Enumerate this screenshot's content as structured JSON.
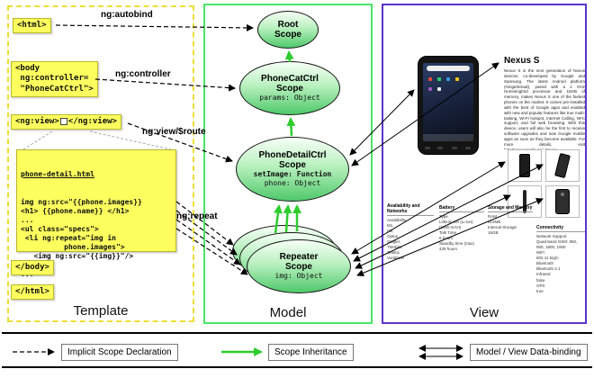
{
  "panels": {
    "template": "Template",
    "model": "Model",
    "view": "View"
  },
  "labels": {
    "autobind": "ng:autobind",
    "controller": "ng:controller",
    "view_route": "ng:view/$route",
    "repeat": "ng:repeat"
  },
  "code": {
    "html_open": "<html>",
    "body_open": "<body\n ng:controller=\n \"PhoneCatCtrl\">",
    "ngview_open": "<ng:view>",
    "ngview_close": "</ng:view>",
    "detail_title": "phone-detail.html",
    "detail_lines": "img ng:src=\"{{phone.images}}\n<h1> {{phone.name}} </h1>\n...\n<ul class=\"specs\">\n <li ng:repeat=\"img in\n          phone.images\">\n   <img ng:src=\"{{img}}\"/>\n </li>\n...",
    "body_close": "</body>",
    "html_close": "</html>"
  },
  "scopes": {
    "root": {
      "title": "Root\nScope"
    },
    "phonecat": {
      "title": "PhoneCatCtrl\nScope",
      "prop1": "params: Object"
    },
    "phonedetail": {
      "title": "PhoneDetailCtrl\nScope",
      "prop1": "setImage: Function",
      "prop2": "phone: Object"
    },
    "repeater": {
      "title": "Repeater\nScope",
      "prop1": "img: Object"
    }
  },
  "view": {
    "phone_title": "Nexus S",
    "description": "Nexus S is the next generation of Nexus devices, co-developed by Google and Samsung. The latest Android platform (Gingerbread), paired with a 1 GHz Hummingbird processor and 16GB of memory, makes Nexus S one of the fastest phones on the market. It comes pre-installed with the best of Google apps and enabled with new and popular features like true multi-tasking, Wi-Fi hotspot, Internet Calling, NFC support, and full web browsing. With this device, users will also be the first to receive software upgrades and new Google mobile apps as soon as they become available. For more details, visit http://www.google.com/nexus.",
    "specs": {
      "availability": {
        "header": "Availability and Networks",
        "body": "Availability\nM1,\nO2,\nOptus,\nSingtel,\nTMobile,\nTelstra,\nVodafone"
      },
      "battery": {
        "header": "Battery",
        "body": "Type\nLithium Ion (Li-Ion) (1500 mAH)\nTalk Time\n6 hours\nStandby time (max)\n428 hours"
      },
      "storage": {
        "header": "Storage and Memory",
        "body": "RAM\n512MB\nInternal Storage\n16GB"
      },
      "connectivity": {
        "header": "Connectivity",
        "body": "Network Support\nQuad-band GSM: 850, 900, 1800, 1900\nWiFi\n802.11 b/g/n\nBluetooth\nBluetooth 2.1\nInfrared\nfalse\nGPS\ntrue"
      }
    }
  },
  "legend": {
    "implicit": "Implicit Scope Declaration",
    "inheritance": "Scope Inheritance",
    "binding": "Model / View Data-binding"
  },
  "colors": {
    "template_border": "#eede35",
    "model_border": "#4be36a",
    "view_border": "#5b35c9",
    "code_bg": "#fdff5e",
    "scope_green": "#4fc96a",
    "inheritance_arrow": "#2ecc2e"
  }
}
